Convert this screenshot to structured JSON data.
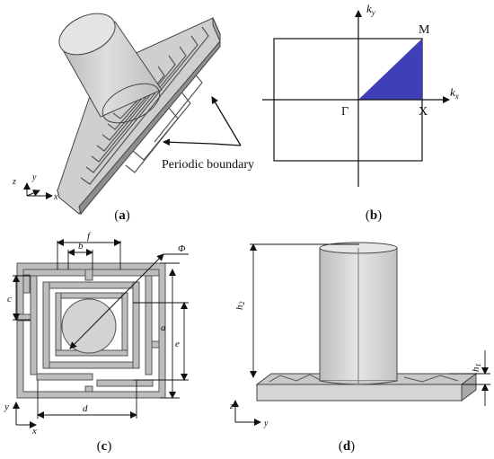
{
  "panel_a": {
    "caption_open": "(",
    "caption_letter": "a",
    "caption_close": ")",
    "annotation": "Periodic boundary",
    "axes": {
      "z": "z",
      "y": "y",
      "x": "x"
    }
  },
  "panel_b": {
    "caption_open": "(",
    "caption_letter": "b",
    "caption_close": ")",
    "axis_x": "k",
    "axis_x_sub": "x",
    "axis_y": "k",
    "axis_y_sub": "y",
    "point_gamma": "Γ",
    "point_x": "X",
    "point_m": "M",
    "fill_color": "#3f3fb8"
  },
  "panel_c": {
    "caption_open": "(",
    "caption_letter": "c",
    "caption_close": ")",
    "dims": {
      "f": "f",
      "b": "b",
      "phi": "Φ",
      "c": "c",
      "a": "a",
      "e": "e",
      "d": "d"
    },
    "axes": {
      "y": "y",
      "x": "x"
    }
  },
  "panel_d": {
    "caption_open": "(",
    "caption_letter": "d",
    "caption_close": ")",
    "dims": {
      "h2": "h",
      "h2_sub": "2",
      "h1": "h",
      "h1_sub": "1"
    },
    "axes": {
      "z": "z",
      "y": "y"
    }
  }
}
